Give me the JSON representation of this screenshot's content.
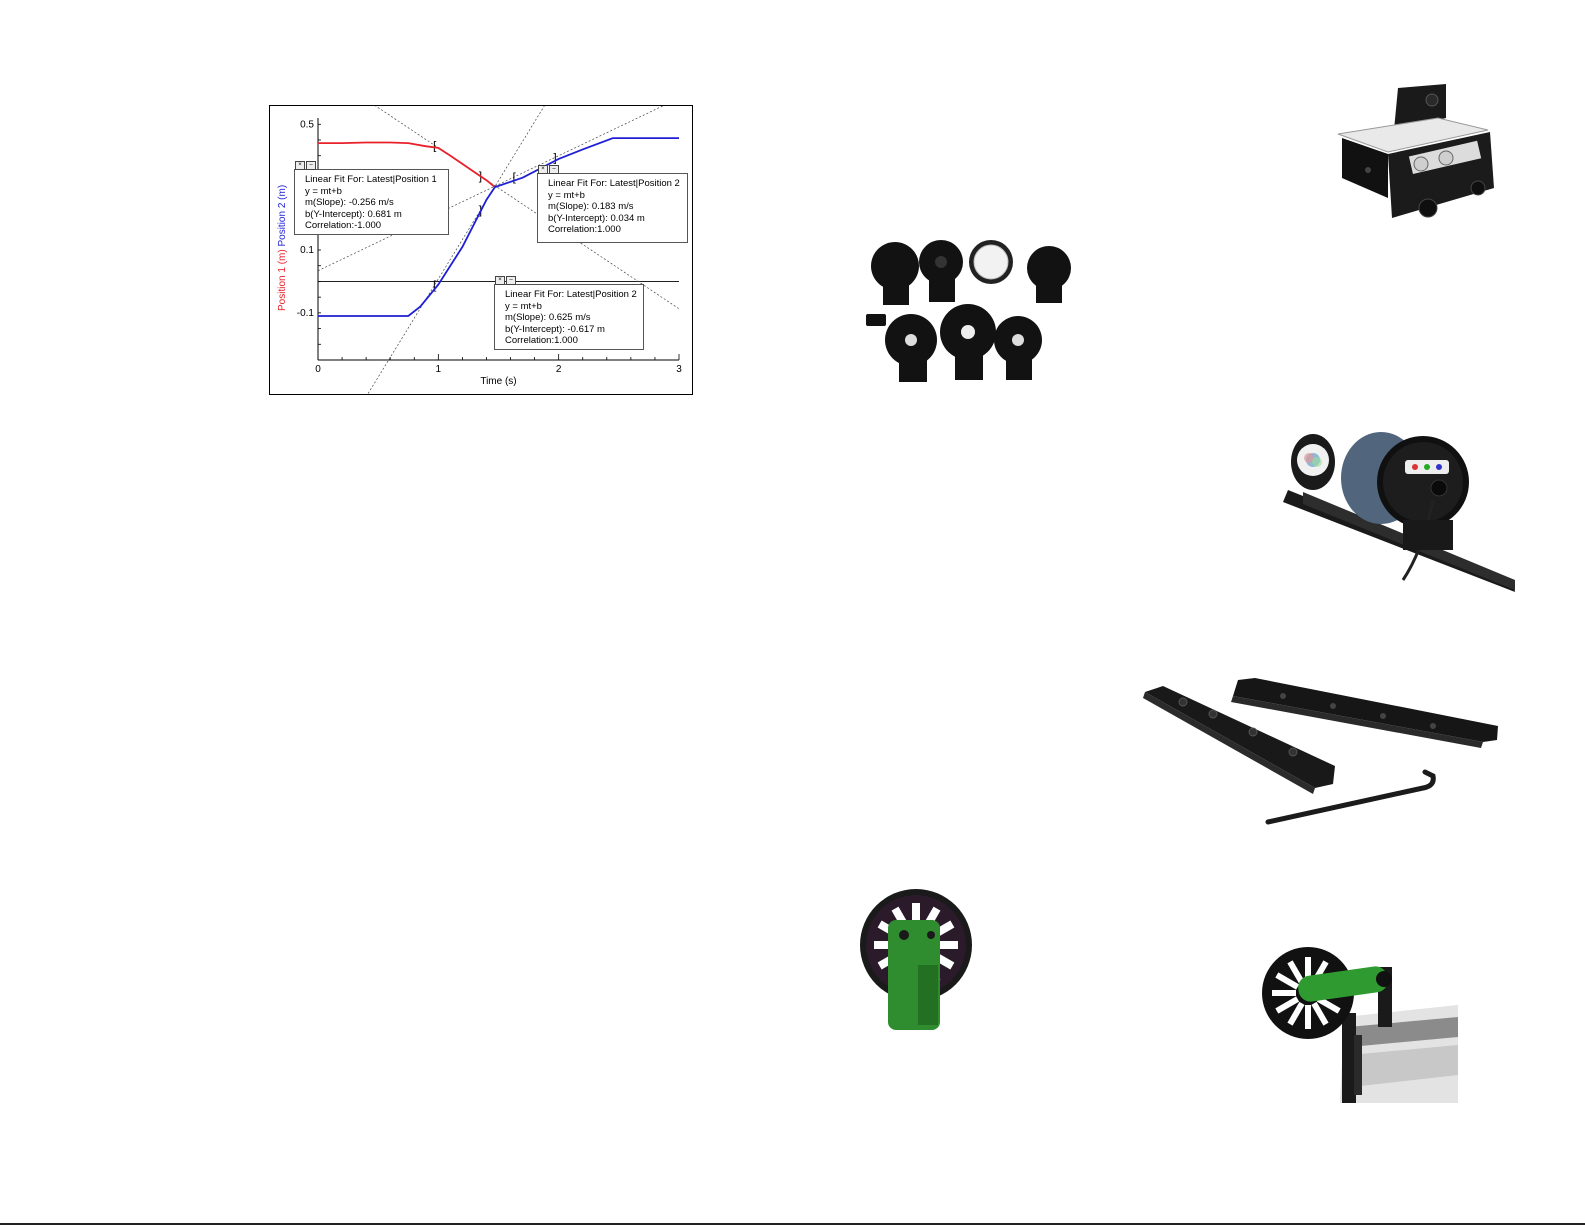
{
  "chart_data": {
    "type": "line",
    "x_label": "Time (s)",
    "y_label_series_1": "Position 1 (m)",
    "y_label_series_2": "Position 2 (m)",
    "x_ticks": [
      "0",
      "1",
      "2",
      "3"
    ],
    "y_ticks": [
      "0.5",
      "0.1",
      "-0.1"
    ],
    "xlim": [
      0,
      3
    ],
    "ylim": [
      -0.25,
      0.52
    ],
    "series": [
      {
        "name": "Position 1",
        "color": "#e8202a",
        "x": [
          0,
          0.2,
          0.4,
          0.6,
          0.75,
          0.9,
          1.0,
          1.1,
          1.2,
          1.3,
          1.4,
          1.47
        ],
        "y": [
          0.44,
          0.44,
          0.442,
          0.442,
          0.44,
          0.43,
          0.425,
          0.4,
          0.374,
          0.348,
          0.322,
          0.3
        ]
      },
      {
        "name": "Position 2",
        "color": "#1f1fd6",
        "x": [
          0,
          0.3,
          0.6,
          0.75,
          0.85,
          1.0,
          1.2,
          1.4,
          1.47,
          1.7,
          2.0,
          2.2,
          2.45,
          2.6,
          3.0
        ],
        "y": [
          -0.11,
          -0.11,
          -0.11,
          -0.11,
          -0.08,
          -0.01,
          0.11,
          0.26,
          0.3,
          0.33,
          0.39,
          0.42,
          0.456,
          0.456,
          0.456
        ]
      }
    ],
    "fit_lines": [
      {
        "label": "Linear Fit For:  Latest|Position 1",
        "slope": -0.256,
        "intercept": 0.681
      },
      {
        "label": "Linear Fit For:  Latest|Position 2",
        "slope": 0.625,
        "intercept": -0.617
      },
      {
        "label": "Linear Fit For:  Latest|Position 2",
        "slope": 0.183,
        "intercept": 0.034
      }
    ],
    "fit_ranges": [
      [
        0.97,
        1.35
      ],
      [
        0.97,
        1.35
      ],
      [
        1.63,
        1.97
      ]
    ]
  },
  "fit_boxes": [
    {
      "title": "Linear Fit For:  Latest|Position 1",
      "equation": "y = mt+b",
      "slope": "m(Slope): -0.256 m/s",
      "intercept": "b(Y-Intercept): 0.681 m",
      "correlation": "Correlation:-1.000"
    },
    {
      "title": "Linear Fit For:  Latest|Position 2",
      "equation": "y = mt+b",
      "slope": "m(Slope): 0.183 m/s",
      "intercept": "b(Y-Intercept): 0.034 m",
      "correlation": "Correlation:1.000"
    },
    {
      "title": "Linear Fit For:  Latest|Position 2",
      "equation": "y = mt+b",
      "slope": "m(Slope): 0.625 m/s",
      "intercept": "b(Y-Intercept): -0.617 m",
      "correlation": "Correlation:1.000"
    }
  ],
  "box_controls": {
    "close": "×",
    "minimize": "–"
  },
  "photos": [
    {
      "subject": "optics-bench-mount-bracket"
    },
    {
      "subject": "optics-components-set"
    },
    {
      "subject": "light-source-on-optics-track"
    },
    {
      "subject": "track-extension-rails-and-hex-key"
    },
    {
      "subject": "green-pulley-wheel"
    },
    {
      "subject": "pulley-wheel-on-track-end"
    }
  ]
}
